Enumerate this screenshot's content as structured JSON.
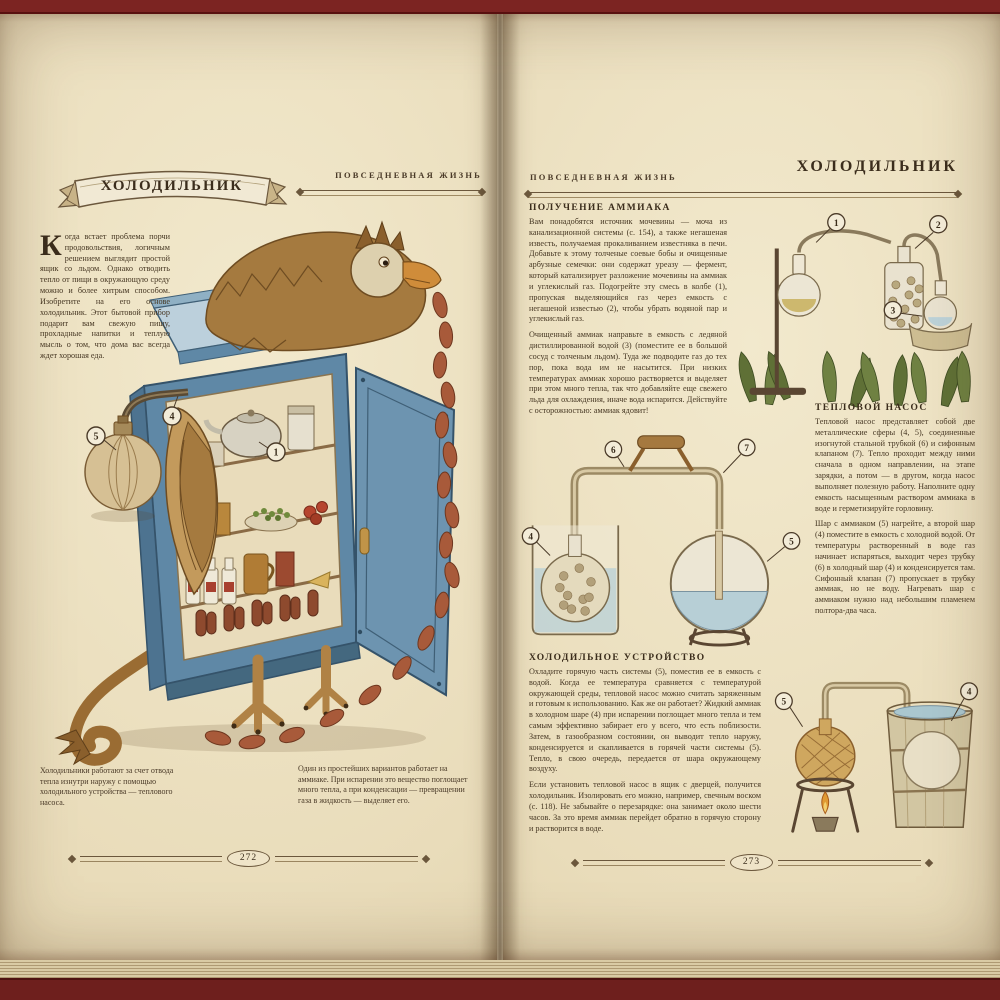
{
  "palette": {
    "page_bg": "#ece1c3",
    "ink": "#43331f",
    "accent_red": "#7c2422",
    "rule": "#6b573c",
    "fridge_blue": "#6d94b0",
    "creature_brown": "#a5793f"
  },
  "left_page": {
    "banner_title": "ХОЛОДИЛЬНИК",
    "running_head": "ПОВСЕДНЕВНАЯ ЖИЗНЬ",
    "intro": {
      "dropcap": "К",
      "text": "огда встает проблема порчи продовольствия, логичным решением выглядит простой ящик со льдом. Однако отводить тепло от пищи в окружающую среду можно и более хитрым способом. Изобретите на его основе холодильник. Этот бытовой прибор подарит вам свежую пищу, прохладные напитки и теплую мысль о том, что дома вас всегда ждет хорошая еда."
    },
    "captions": [
      "Холодильники работают за счет отвода тепла изнутри наружу с помощью холодильного устройства — теплового насоса.",
      "Один из простейших вариантов работает на аммиаке. При испарении это вещество поглощает много тепла, а при конденсации — превращении газа в жидкость — выделяет его."
    ],
    "illustration_callouts": [
      "5",
      "4",
      "1"
    ],
    "page_number": "272"
  },
  "right_page": {
    "running_head": "ПОВСЕДНЕВНАЯ ЖИЗНЬ",
    "page_title": "ХОЛОДИЛЬНИК",
    "sections": [
      {
        "title": "ПОЛУЧЕНИЕ АММИАКА",
        "paragraphs": [
          "Вам понадобятся источник мочевины — моча из канализационной системы (с. 154), а также негашеная известь, получаемая прокаливанием известняка в печи. Добавьте к этому толченые соевые бобы и очищенные арбузные семечки: они содержат уреазу — фермент, который катализирует разложение мочевины на аммиак и углекислый газ. Подогрейте эту смесь в колбе (1), пропуская выделяющийся газ через емкость с негашеной известью (2), чтобы убрать водяной пар и углекислый газ.",
          "Очищенный аммиак направьте в емкость с ледяной дистиллированной водой (3) (поместите ее в большой сосуд с толченым льдом). Туда же подводите газ до тех пор, пока вода им не насытится. При низких температурах аммиак хорошо растворяется и выделяет при этом много тепла, так что добавляйте еще свежего льда для охлаждения, иначе вода испарится. Действуйте с осторожностью: аммиак ядовит!"
        ],
        "callouts": [
          "1",
          "2",
          "3"
        ]
      },
      {
        "title": "ТЕПЛОВОЙ НАСОС",
        "paragraphs": [
          "Тепловой насос представляет собой две металлические сферы (4, 5), соединенные изогнутой стальной трубкой (6) и сифонным клапаном (7). Тепло проходит между ними сначала в одном направлении, на этапе зарядки, а потом — в другом, когда насос выполняет полезную работу. Наполните одну емкость насыщенным раствором аммиака в воде и герметизируйте горловину.",
          "Шар с аммиаком (5) нагрейте, а второй шар (4) поместите в емкость с холодной водой. От температуры растворенный в воде газ начинает испаряться, выходит через трубку (6) в холодный шар (4) и конденсируется там. Сифонный клапан (7) пропускает в трубку аммиак, но не воду. Нагревать шар с аммиаком нужно над небольшим пламенем полтора-два часа."
        ],
        "callouts": [
          "6",
          "7",
          "4",
          "5"
        ]
      },
      {
        "title": "ХОЛОДИЛЬНОЕ УСТРОЙСТВО",
        "paragraphs": [
          "Охладите горячую часть системы (5), поместив ее в емкость с водой. Когда ее температура сравняется с температурой окружающей среды, тепловой насос можно считать заряженным и готовым к использованию. Как же он работает? Жидкий аммиак в холодном шаре (4) при испарении поглощает много тепла и тем самым эффективно забирает его у всего, что есть поблизости. Затем, в газообразном состоянии, он выводит тепло наружу, конденсируется и скапливается в горячей части системы (5). Тепло, в свою очередь, передается от шара окружающему воздуху.",
          "Если установить тепловой насос в ящик с дверцей, получится холодильник. Изолировать его можно, например, свечным воском (с. 118). Не забывайте о перезарядке: она занимает около шести часов. За это время аммиак перейдет обратно в горячую сторону и растворится в воде."
        ],
        "callouts": [
          "5",
          "4"
        ]
      }
    ],
    "page_number": "273"
  }
}
